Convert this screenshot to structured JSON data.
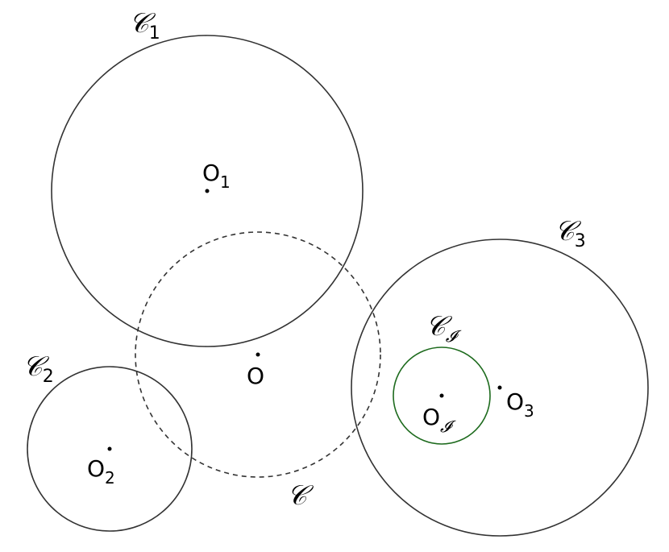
{
  "diagram": {
    "colors": {
      "circle": "#333333",
      "accent": "#1e6b1e",
      "text": "#000000",
      "background": "#ffffff"
    },
    "circles": {
      "c1": {
        "label": "𝒞",
        "sub": "1"
      },
      "c2": {
        "label": "𝒞",
        "sub": "2"
      },
      "c3": {
        "label": "𝒞",
        "sub": "3"
      },
      "c": {
        "label": "𝒞",
        "sub": ""
      },
      "ci": {
        "label": "𝒞",
        "sub": "𝓘"
      }
    },
    "points": {
      "o1": {
        "label": "O",
        "sub": "1"
      },
      "o2": {
        "label": "O",
        "sub": "2"
      },
      "o3": {
        "label": "O",
        "sub": "3"
      },
      "o": {
        "label": "O",
        "sub": ""
      },
      "oi": {
        "label": "O",
        "sub": "𝓘"
      }
    }
  }
}
